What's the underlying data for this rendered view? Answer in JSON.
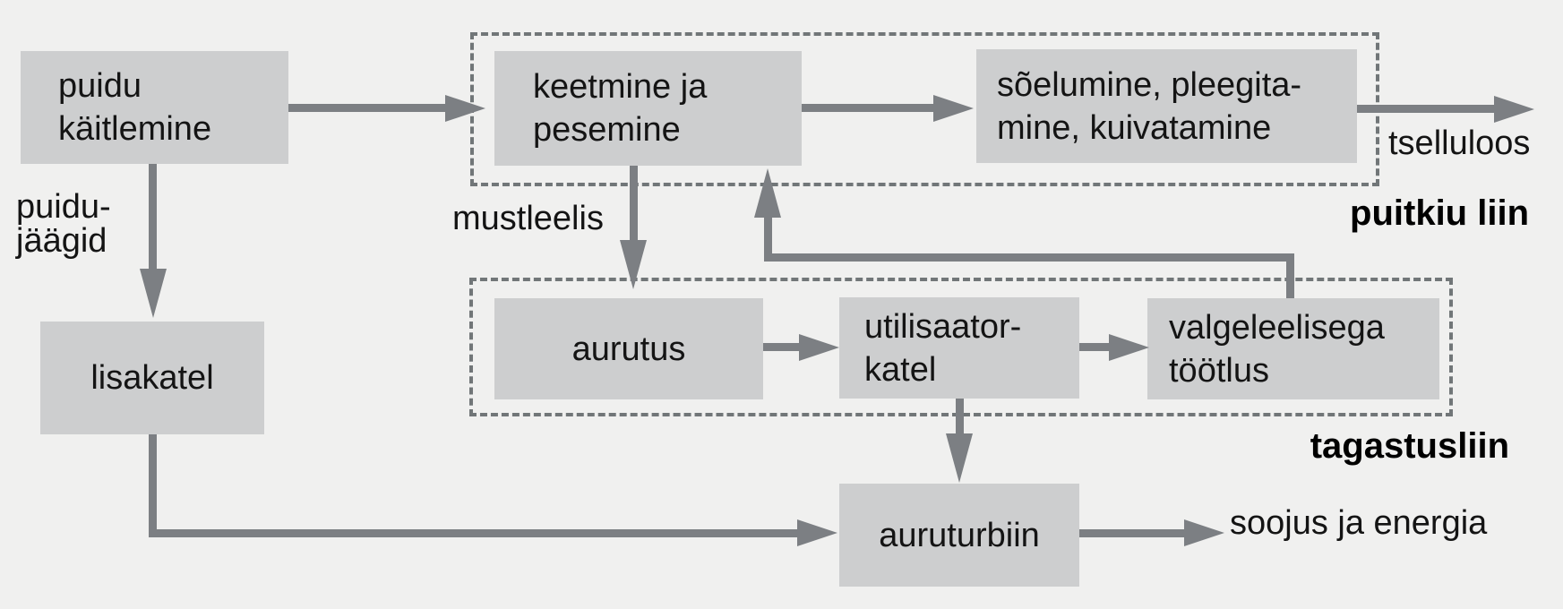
{
  "colors": {
    "bg": "#f0f0ef",
    "box": "#cdcecf",
    "arrow": "#7c7f83",
    "dash": "#717678",
    "text": "#141414"
  },
  "boxes": {
    "puidu_kaitlemine": [
      "puidu",
      "käitlemine"
    ],
    "keetmine": [
      "keetmine ja",
      "pesemine"
    ],
    "soelumine": [
      "sõelumine, pleegita-",
      "mine, kuivatamine"
    ],
    "lisakatel": [
      "lisakatel"
    ],
    "aurutus": [
      "aurutus"
    ],
    "utilisaator": [
      "utilisaator-",
      "katel"
    ],
    "valgeleelis": [
      "valgeleelisega",
      "töötlus"
    ],
    "auruturbiin": [
      "auruturbiin"
    ]
  },
  "labels": {
    "puidujaagid": [
      "puidu-",
      "jäägid"
    ],
    "mustleelis": "mustleelis",
    "tselluloos": "tselluloos",
    "puitkiu_liin": "puitkiu liin",
    "tagastusliin": "tagastusliin",
    "soojus_ja_energia": "soojus ja energia"
  }
}
